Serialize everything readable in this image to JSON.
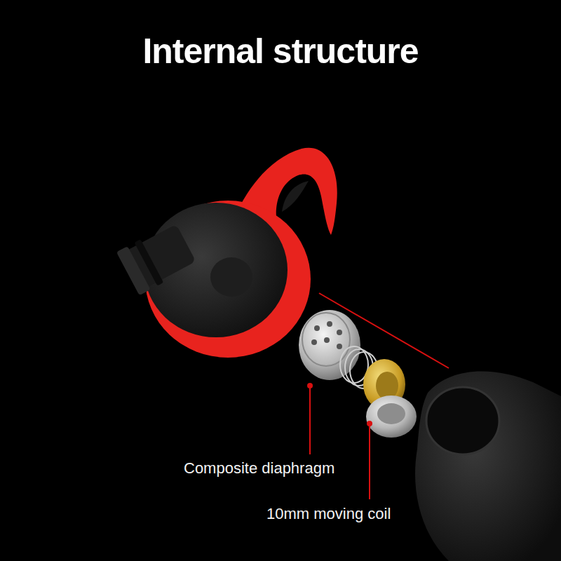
{
  "diagram": {
    "title": "Internal structure",
    "labels": [
      "Composite diaphragm",
      "10mm moving coil"
    ]
  }
}
